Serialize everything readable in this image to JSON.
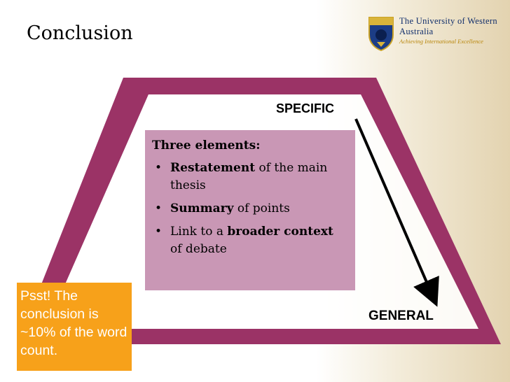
{
  "slide": {
    "title": "Conclusion"
  },
  "logo": {
    "name": "The University of Western Australia",
    "tagline": "Achieving International Excellence"
  },
  "diagram": {
    "specific_label": "SPECIFIC",
    "general_label": "GENERAL",
    "elements": {
      "heading": "Three elements:",
      "items": [
        {
          "bold": "Restatement",
          "rest": " of the main thesis"
        },
        {
          "bold": "Summary",
          "rest": " of points"
        },
        {
          "prefix": "Link to a ",
          "bold": "broader context",
          "rest": " of debate"
        }
      ]
    }
  },
  "note": {
    "text": "Psst! The conclusion is ~10% of the word count."
  },
  "colors": {
    "trapezoid": "#9b3366",
    "elements_box": "#c997b5",
    "note_box": "#f7a11a"
  }
}
